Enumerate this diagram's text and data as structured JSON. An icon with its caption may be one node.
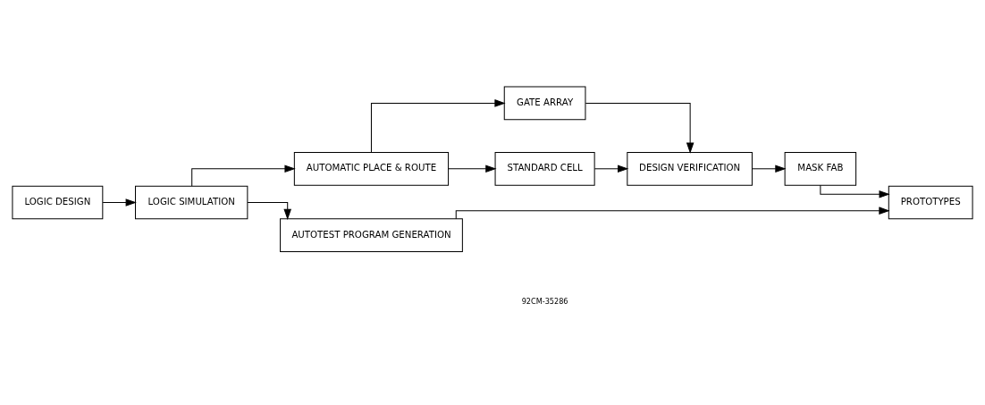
{
  "diagram": {
    "nodes": [
      {
        "text": [
          "LOGIC DESIGN"
        ]
      },
      {
        "text": [
          "LOGIC SIMULATION"
        ]
      },
      {
        "text": [
          "AUTOMATIC PLACE & ROUTE"
        ]
      },
      {
        "text": [
          "GATE ARRAY"
        ]
      },
      {
        "text": [
          "STANDARD CELL"
        ]
      },
      {
        "text": [
          "DESIGN VERIFICATION"
        ]
      },
      {
        "text": [
          "MASK FAB"
        ]
      },
      {
        "text": [
          "PROTOTYPES"
        ]
      },
      {
        "text": [
          "AUTOTEST PROGRAM GENERATION"
        ]
      }
    ],
    "edges": [
      {
        "from": 0,
        "to": 1,
        "arrow": "to"
      },
      {
        "from": 1,
        "to": 2,
        "arrow": "to"
      },
      {
        "from": 2,
        "to": 3,
        "arrow": "to"
      },
      {
        "from": 2,
        "to": 4,
        "arrow": "to"
      },
      {
        "from": 3,
        "to": 5,
        "arrow": "to"
      },
      {
        "from": 4,
        "to": 5,
        "arrow": "to"
      },
      {
        "from": 5,
        "to": 6,
        "arrow": "to"
      },
      {
        "from": 6,
        "to": 7,
        "arrow": "to"
      },
      {
        "from": 1,
        "to": 8,
        "arrow": "to"
      },
      {
        "from": 8,
        "to": 7,
        "arrow": "to"
      }
    ],
    "labels": [
      "92CM-35286"
    ]
  }
}
